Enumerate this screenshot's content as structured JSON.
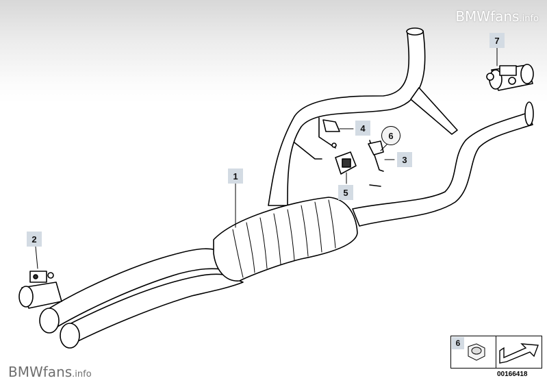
{
  "watermark": {
    "brand": "BMW",
    "brand_rest": "fans",
    "tld": ".info"
  },
  "callouts": [
    "1",
    "2",
    "3",
    "4",
    "5",
    "6",
    "7"
  ],
  "nut_callout": "6",
  "drawing_number": "00166418"
}
